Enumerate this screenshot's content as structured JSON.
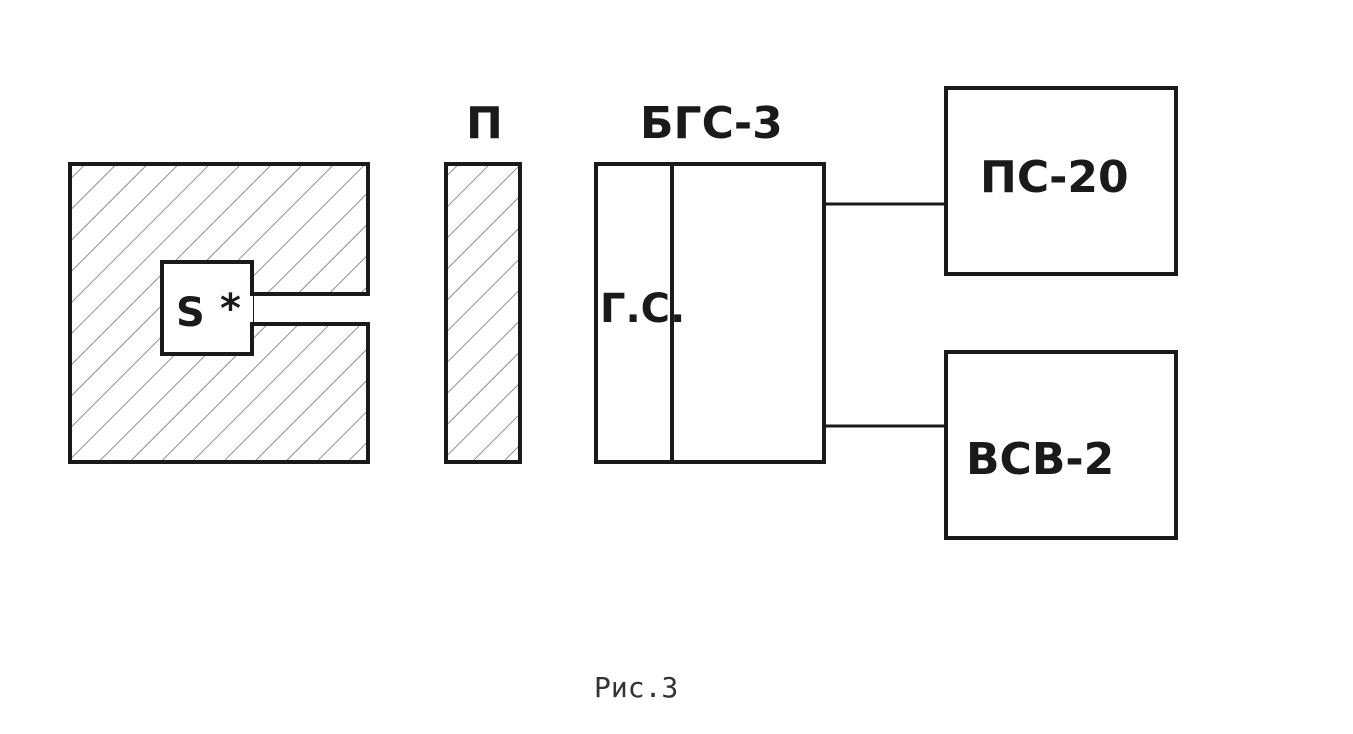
{
  "colors": {
    "ink": "#1a1a1a",
    "paper": "#ffffff",
    "hatch": "#444444"
  },
  "diagram": {
    "shield": {
      "source_symbol": "S",
      "source_mark": "*"
    },
    "filter": {
      "label": "П"
    },
    "detector_unit": {
      "label": "БГС-3",
      "section_label": "Г.С."
    },
    "recorder_top": {
      "label": "ПС-20"
    },
    "recorder_bottom": {
      "label": "ВСВ-2"
    }
  },
  "caption": "Рис.3"
}
